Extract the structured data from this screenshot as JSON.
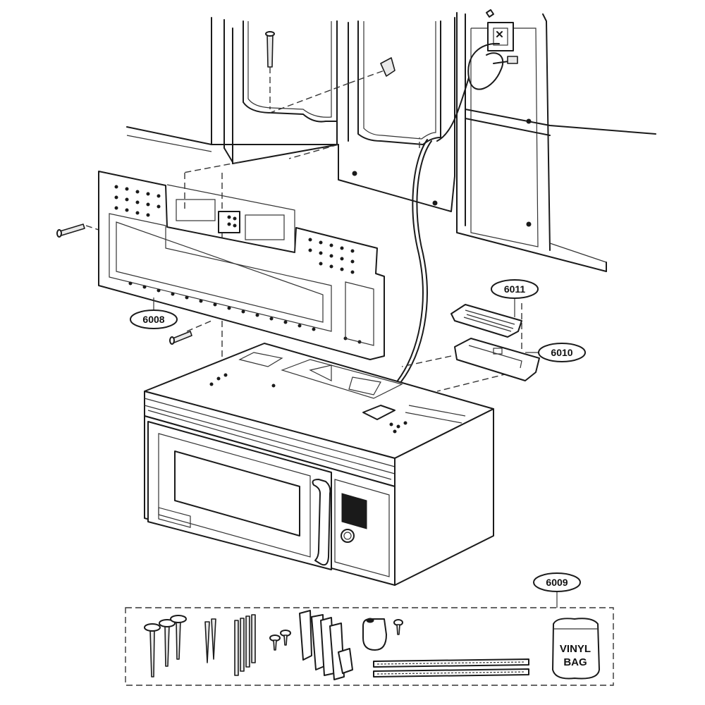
{
  "diagram": {
    "callouts": [
      {
        "id": "mounting-plate",
        "label": "6008"
      },
      {
        "id": "hardware-kit",
        "label": "6009"
      },
      {
        "id": "damper-base",
        "label": "6010"
      },
      {
        "id": "damper-cover",
        "label": "6011"
      }
    ],
    "vinyl_bag": {
      "line1": "VINYL",
      "line2": "BAG"
    }
  }
}
